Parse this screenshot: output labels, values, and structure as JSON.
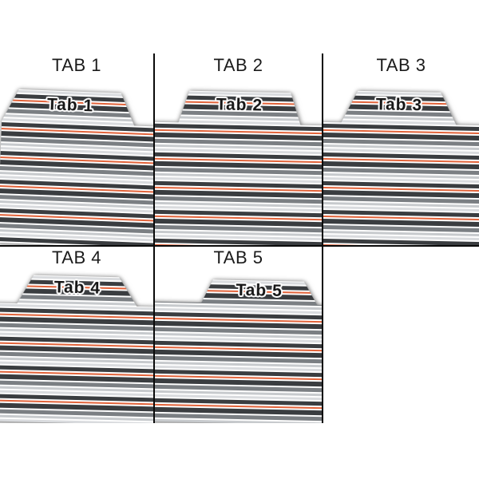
{
  "dividers": [
    {
      "label": "TAB 1",
      "tab_text": "Tab 1",
      "tab_position": "left"
    },
    {
      "label": "TAB 2",
      "tab_text": "Tab 2",
      "tab_position": "center"
    },
    {
      "label": "TAB 3",
      "tab_text": "Tab 3",
      "tab_position": "center"
    },
    {
      "label": "TAB 4",
      "tab_text": "Tab 4",
      "tab_position": "center"
    },
    {
      "label": "TAB 5",
      "tab_text": "Tab 5",
      "tab_position": "right"
    }
  ],
  "grid": {
    "columns": 3,
    "rows": 2,
    "filled_cells": 5
  },
  "colors": {
    "stripe_orange": "#e2633a",
    "stripe_charcoal": "#3a3d40",
    "stripe_gray": "#7b7f83",
    "stripe_light": "#c7cacd",
    "stripe_lighter": "#d9dbde",
    "stripe_white": "#fefefe",
    "grid_line": "#0a0a0a",
    "header_text": "#1b1b1b",
    "tab_text": "#161616",
    "page_bg": "#ffffff"
  }
}
